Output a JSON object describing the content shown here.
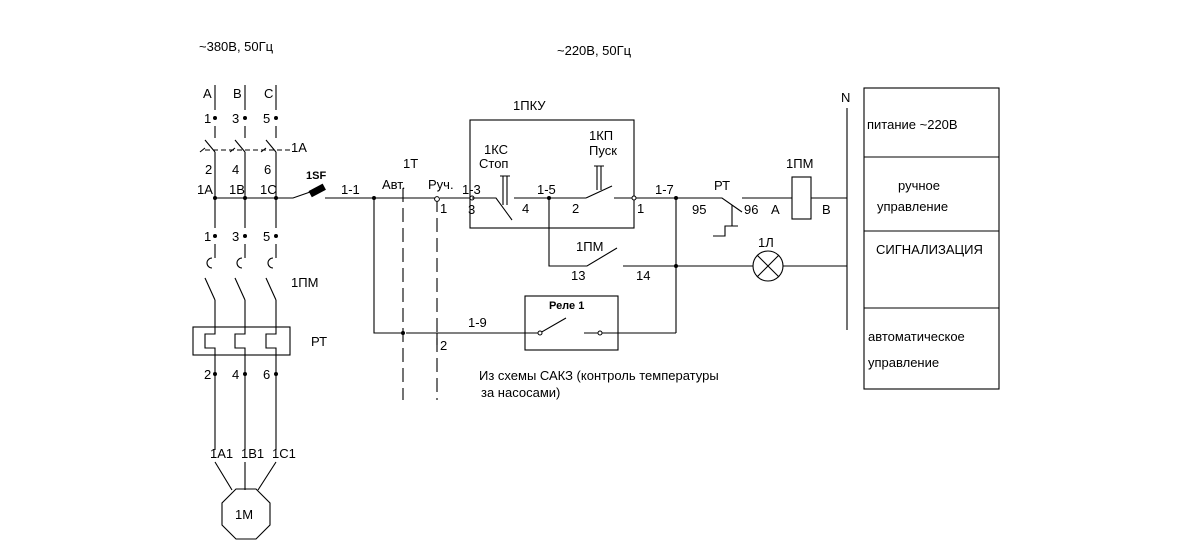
{
  "supply": {
    "three_phase": "~380В, 50Гц",
    "control": "~220В,  50Гц"
  },
  "phases": [
    "A",
    "B",
    "C"
  ],
  "power_circuit": {
    "top_terms": [
      "1",
      "3",
      "5"
    ],
    "breaker_out": [
      "2",
      "4",
      "6"
    ],
    "breaker_label": "1A",
    "bus_terms": [
      "1A",
      "1B",
      "1C"
    ],
    "fuse_label": "1SF",
    "contactor_in": [
      "1",
      "3",
      "5"
    ],
    "contactor_label": "1ПМ",
    "relay_label": "РТ",
    "relay_out": [
      "2",
      "4",
      "6"
    ],
    "motor_terms": [
      "1A1",
      "1B1",
      "1C1"
    ],
    "motor_label": "1М"
  },
  "control_circuit": {
    "wire_1_1": "1-1",
    "switch_label": "1Т",
    "switch_auto": "Авт.",
    "switch_manual": "Руч.",
    "switch_pos_1": "1",
    "switch_pos_2": "2",
    "block_label": "1ПКУ",
    "stop_label": "1КС",
    "stop_text": "Стоп",
    "start_label": "1КП",
    "start_text": "Пуск",
    "wire_1_3": "1-3",
    "term_3": "3",
    "term_4": "4",
    "wire_1_5": "1-5",
    "term_2": "2",
    "term_1": "1",
    "wire_1_7": "1-7",
    "thermal_label": "РТ",
    "thermal_95": "95",
    "thermal_96": "96",
    "coil_label": "1ПМ",
    "coil_a": "A",
    "coil_b": "B",
    "neutral": "N",
    "aux_label": "1ПМ",
    "aux_13": "13",
    "aux_14": "14",
    "lamp_label": "1Л",
    "wire_1_9": "1-9",
    "relay1_label": "Реле 1",
    "note_line1": "Из схемы САКЗ (контроль температуры",
    "note_line2": "за насосами)"
  },
  "legend": {
    "supply": "питание ~220В",
    "manual_line1": "ручное",
    "manual_line2": "управление",
    "signal": "СИГНАЛИЗАЦИЯ",
    "auto_line1": "автоматическое",
    "auto_line2": "управление"
  }
}
